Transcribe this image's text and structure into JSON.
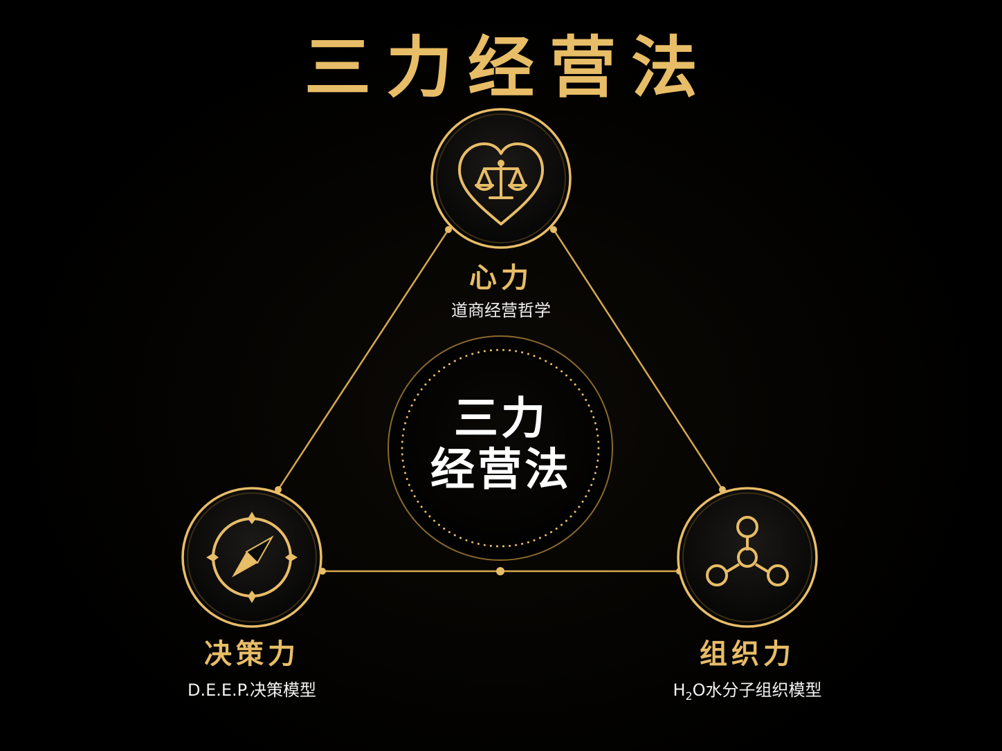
{
  "title": "三力经营法",
  "center": {
    "line1": "三力",
    "line2": "经营法"
  },
  "nodes": {
    "top": {
      "title": "心力",
      "subtitle": "道商经营哲学",
      "icon": "heart-scales-icon"
    },
    "left": {
      "title": "决策力",
      "subtitle": "D.E.E.P.决策模型",
      "icon": "compass-icon"
    },
    "right": {
      "title": "组织力",
      "subtitle_prefix": "H",
      "subtitle_sub": "2",
      "subtitle_rest": "O水分子组织模型",
      "icon": "molecule-icon"
    }
  },
  "colors": {
    "gold": "#e8bd67",
    "background": "#000000",
    "text": "#ffffff"
  }
}
